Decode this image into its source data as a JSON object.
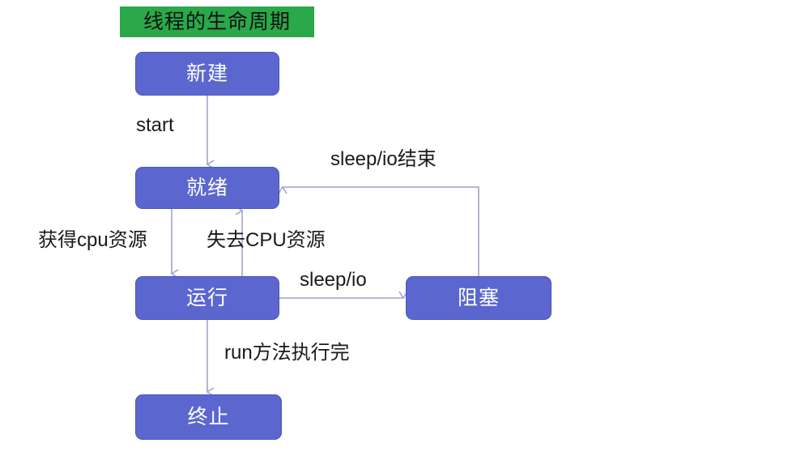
{
  "diagram": {
    "title": "线程的生命周期",
    "colors": {
      "node_fill": "#5b67cf",
      "node_border": "#4955bd",
      "node_text": "#ffffff",
      "title_fill": "#2aa84a",
      "title_text": "#111111",
      "edge_line": "#9fa3cc",
      "label_text": "#1a1a1a",
      "background": "#ffffff"
    },
    "nodes": [
      {
        "id": "new",
        "label": "新建"
      },
      {
        "id": "ready",
        "label": "就绪"
      },
      {
        "id": "running",
        "label": "运行"
      },
      {
        "id": "blocked",
        "label": "阻塞"
      },
      {
        "id": "terminated",
        "label": "终止"
      }
    ],
    "edges": [
      {
        "id": "new-to-ready",
        "label": "start",
        "from": "new",
        "to": "ready"
      },
      {
        "id": "ready-to-running",
        "label": "获得cpu资源",
        "from": "ready",
        "to": "running"
      },
      {
        "id": "running-to-ready",
        "label": "失去CPU资源",
        "from": "running",
        "to": "ready"
      },
      {
        "id": "running-to-blocked",
        "label": "sleep/io",
        "from": "running",
        "to": "blocked"
      },
      {
        "id": "blocked-to-ready",
        "label": "sleep/io结束",
        "from": "blocked",
        "to": "ready"
      },
      {
        "id": "running-to-terminated",
        "label": "run方法执行完",
        "from": "running",
        "to": "terminated"
      }
    ]
  }
}
